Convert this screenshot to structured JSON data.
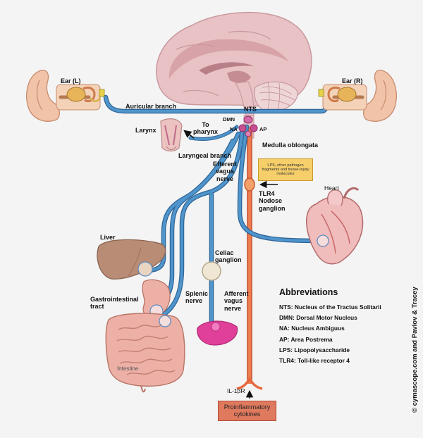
{
  "labels": {
    "ear_left": "Ear (L)",
    "ear_right": "Ear (R)",
    "auricular_branch": "Auricular branch",
    "nts": "NTS",
    "dmn": "DMN",
    "na": "NA",
    "ap": "AP",
    "larynx": "Larynx",
    "to_pharynx_line1": "To",
    "to_pharynx_line2": "pharynx",
    "laryngeal_branch": "Laryngeal branch",
    "medulla_oblongata": "Medulla oblongata",
    "efferent_line1": "Efferent",
    "efferent_line2": "vagus",
    "efferent_line3": "nerve",
    "lps_box": "LPS, other pathogen fragments and tissue-injury molecules",
    "tlr4": "TLR4",
    "nodose_line1": "Nodose",
    "nodose_line2": "ganglion",
    "heart": "Heart",
    "liver": "Liver",
    "celiac_line1": "Celiac",
    "celiac_line2": "ganglion",
    "gi_line1": "Gastrointestinal",
    "gi_line2": "tract",
    "splenic_line1": "Splenic",
    "splenic_line2": "nerve",
    "afferent_line1": "Afferent",
    "afferent_line2": "vagus",
    "afferent_line3": "nerve",
    "intestine": "Intestine",
    "il1br": "IL-1βR",
    "cytokines": "Proinflammatory cytokines",
    "copyright": "© cymascope.com and Pavlov & Tracey"
  },
  "abbreviations": {
    "title": "Abbreviations",
    "items": [
      "NTS: Nucleus of the Tractus Solitarii",
      "DMN: Dorsal Motor Nucleus",
      "NA: Nucleus Ambiguus",
      "AP: Area Postrema",
      "LPS: Lipopolysaccharide",
      "TLR4: Toll-like receptor 4"
    ]
  },
  "colors": {
    "efferent_nerve": "#3d7fb5",
    "afferent_nerve": "#e8683d",
    "brain": "#e8c2c4",
    "organ_pink": "#ecb0a6",
    "liver": "#b98d75",
    "spleen": "#e0409a",
    "heart": "#f0bcbc"
  }
}
